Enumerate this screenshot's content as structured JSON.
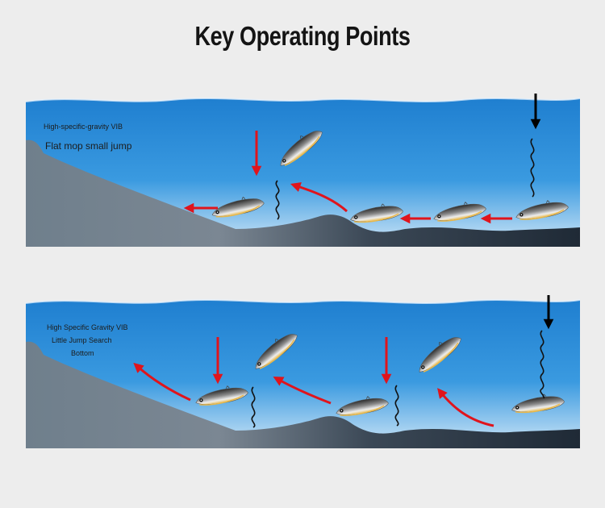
{
  "title": "Key Operating Points",
  "panels": [
    {
      "label_top": "High-specific-gravity VIB",
      "label_main": "Flat mop small jump"
    },
    {
      "label_lines": [
        "High Specific Gravity VIB",
        "Little Jump Search",
        "Bottom"
      ]
    }
  ],
  "colors": {
    "water_top": "#1f7fd0",
    "water_bottom": "#cfe6f7",
    "bottom_light": "#6f7f8c",
    "bottom_dark": "#1f2a36",
    "arrow_red": "#e0141c",
    "arrow_black": "#000000",
    "lure_body": "#dcdcdc",
    "lure_belly": "#e8b84a"
  }
}
